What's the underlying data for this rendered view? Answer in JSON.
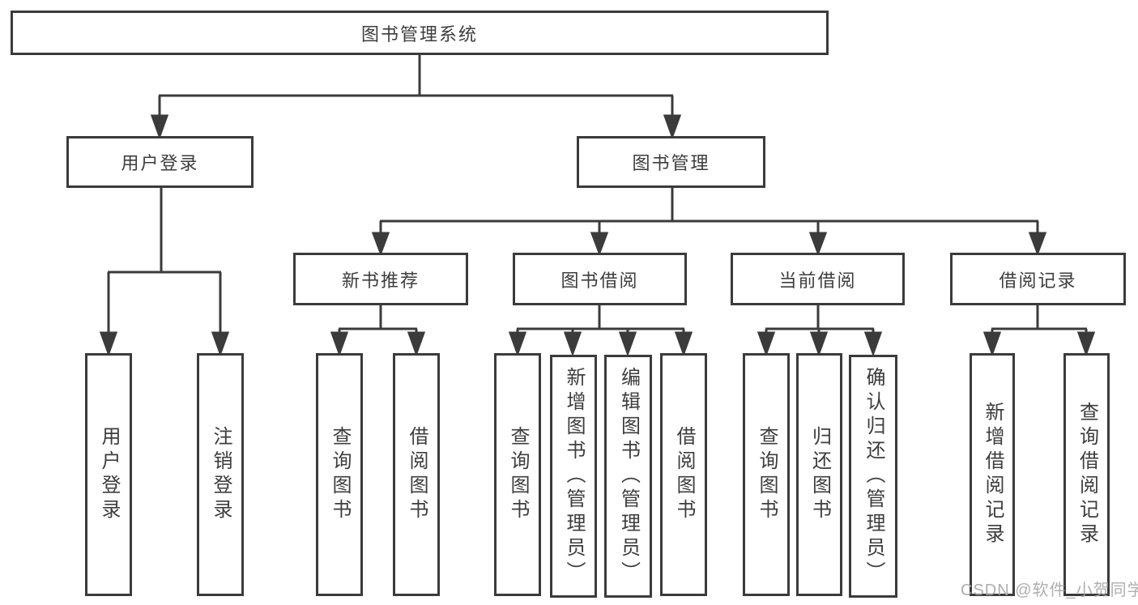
{
  "diagram": {
    "root": "图书管理系统",
    "branches": {
      "user_login": {
        "label": "用户登录",
        "children": [
          "用户登录",
          "注销登录"
        ]
      },
      "book_management": {
        "label": "图书管理",
        "sections": {
          "new_book_recommend": {
            "label": "新书推荐",
            "children": [
              "查询图书",
              "借阅图书"
            ]
          },
          "book_borrow": {
            "label": "图书借阅",
            "children": [
              "查询图书",
              "新增图书（管理员）",
              "编辑图书（管理员）",
              "借阅图书"
            ]
          },
          "current_borrow": {
            "label": "当前借阅",
            "children": [
              "查询图书",
              "归还图书",
              "确认归还（管理员）"
            ]
          },
          "borrow_records": {
            "label": "借阅记录",
            "children": [
              "新增借阅记录",
              "查询借阅记录"
            ]
          }
        }
      }
    }
  },
  "watermark": "CSDN @软件_小贺同学",
  "colors": {
    "line": "#3b3b3b",
    "text": "#3d3d3d",
    "watermark": "#a5a5a5",
    "background": "#ffffff"
  }
}
